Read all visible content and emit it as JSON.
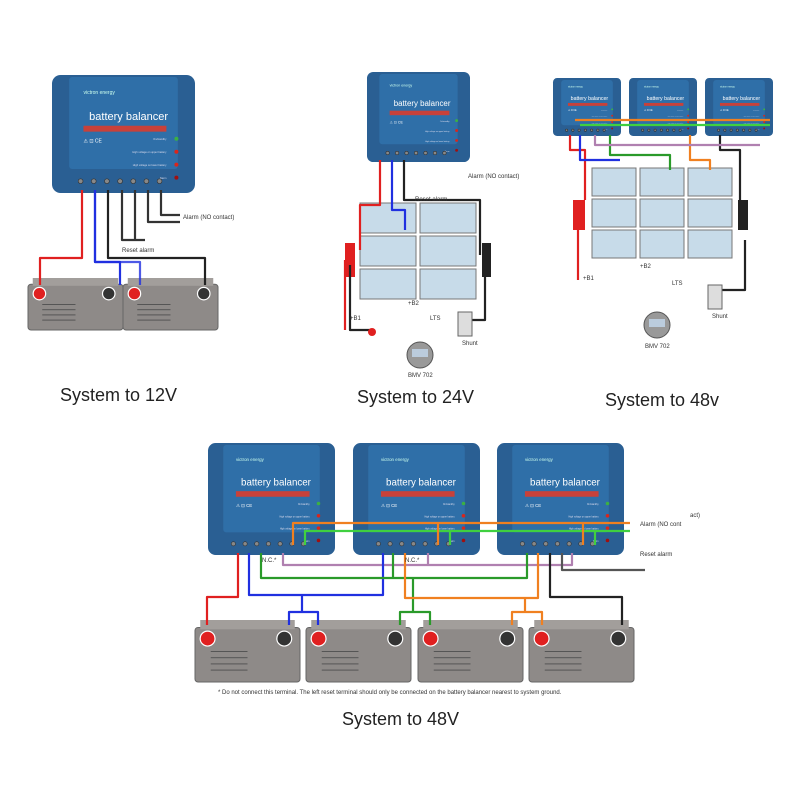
{
  "captions": {
    "p1": "System to 12V",
    "p2": "System to 24V",
    "p3": "System to 48v",
    "p4": "System to 48V"
  },
  "balancer": {
    "brand": "victron energy",
    "title": "battery balancer",
    "marks": "⚠ ⊡ CE",
    "leds": [
      "On/standby",
      "High voltage on upper battery",
      "High voltage on lower battery",
      "Alarm"
    ],
    "led_colors": [
      "#3cb043",
      "#d9261c",
      "#d9261c",
      "#a01010"
    ],
    "body_color": "#2f6fa8"
  },
  "labels": {
    "alarm": "Alarm (NO contact)",
    "alarm_p4": "Alarm (NO cont",
    "alarm_p4_tail": "act)",
    "reset": "Reset alarm",
    "nc": "N.C.*",
    "shunt": "Shunt",
    "meter": "BMV 702",
    "b1": "+B1",
    "b2": "+B2",
    "lts": "LTS",
    "footnote": "* Do not connect this terminal. The left reset terminal should only be connected on the battery balancer nearest to system ground."
  },
  "wire_colors": {
    "red": "#e02020",
    "blue": "#2030e0",
    "black": "#222222",
    "green": "#2a9a2a",
    "lightgreen": "#40d040",
    "orange": "#f08020",
    "purple": "#b080b0"
  }
}
